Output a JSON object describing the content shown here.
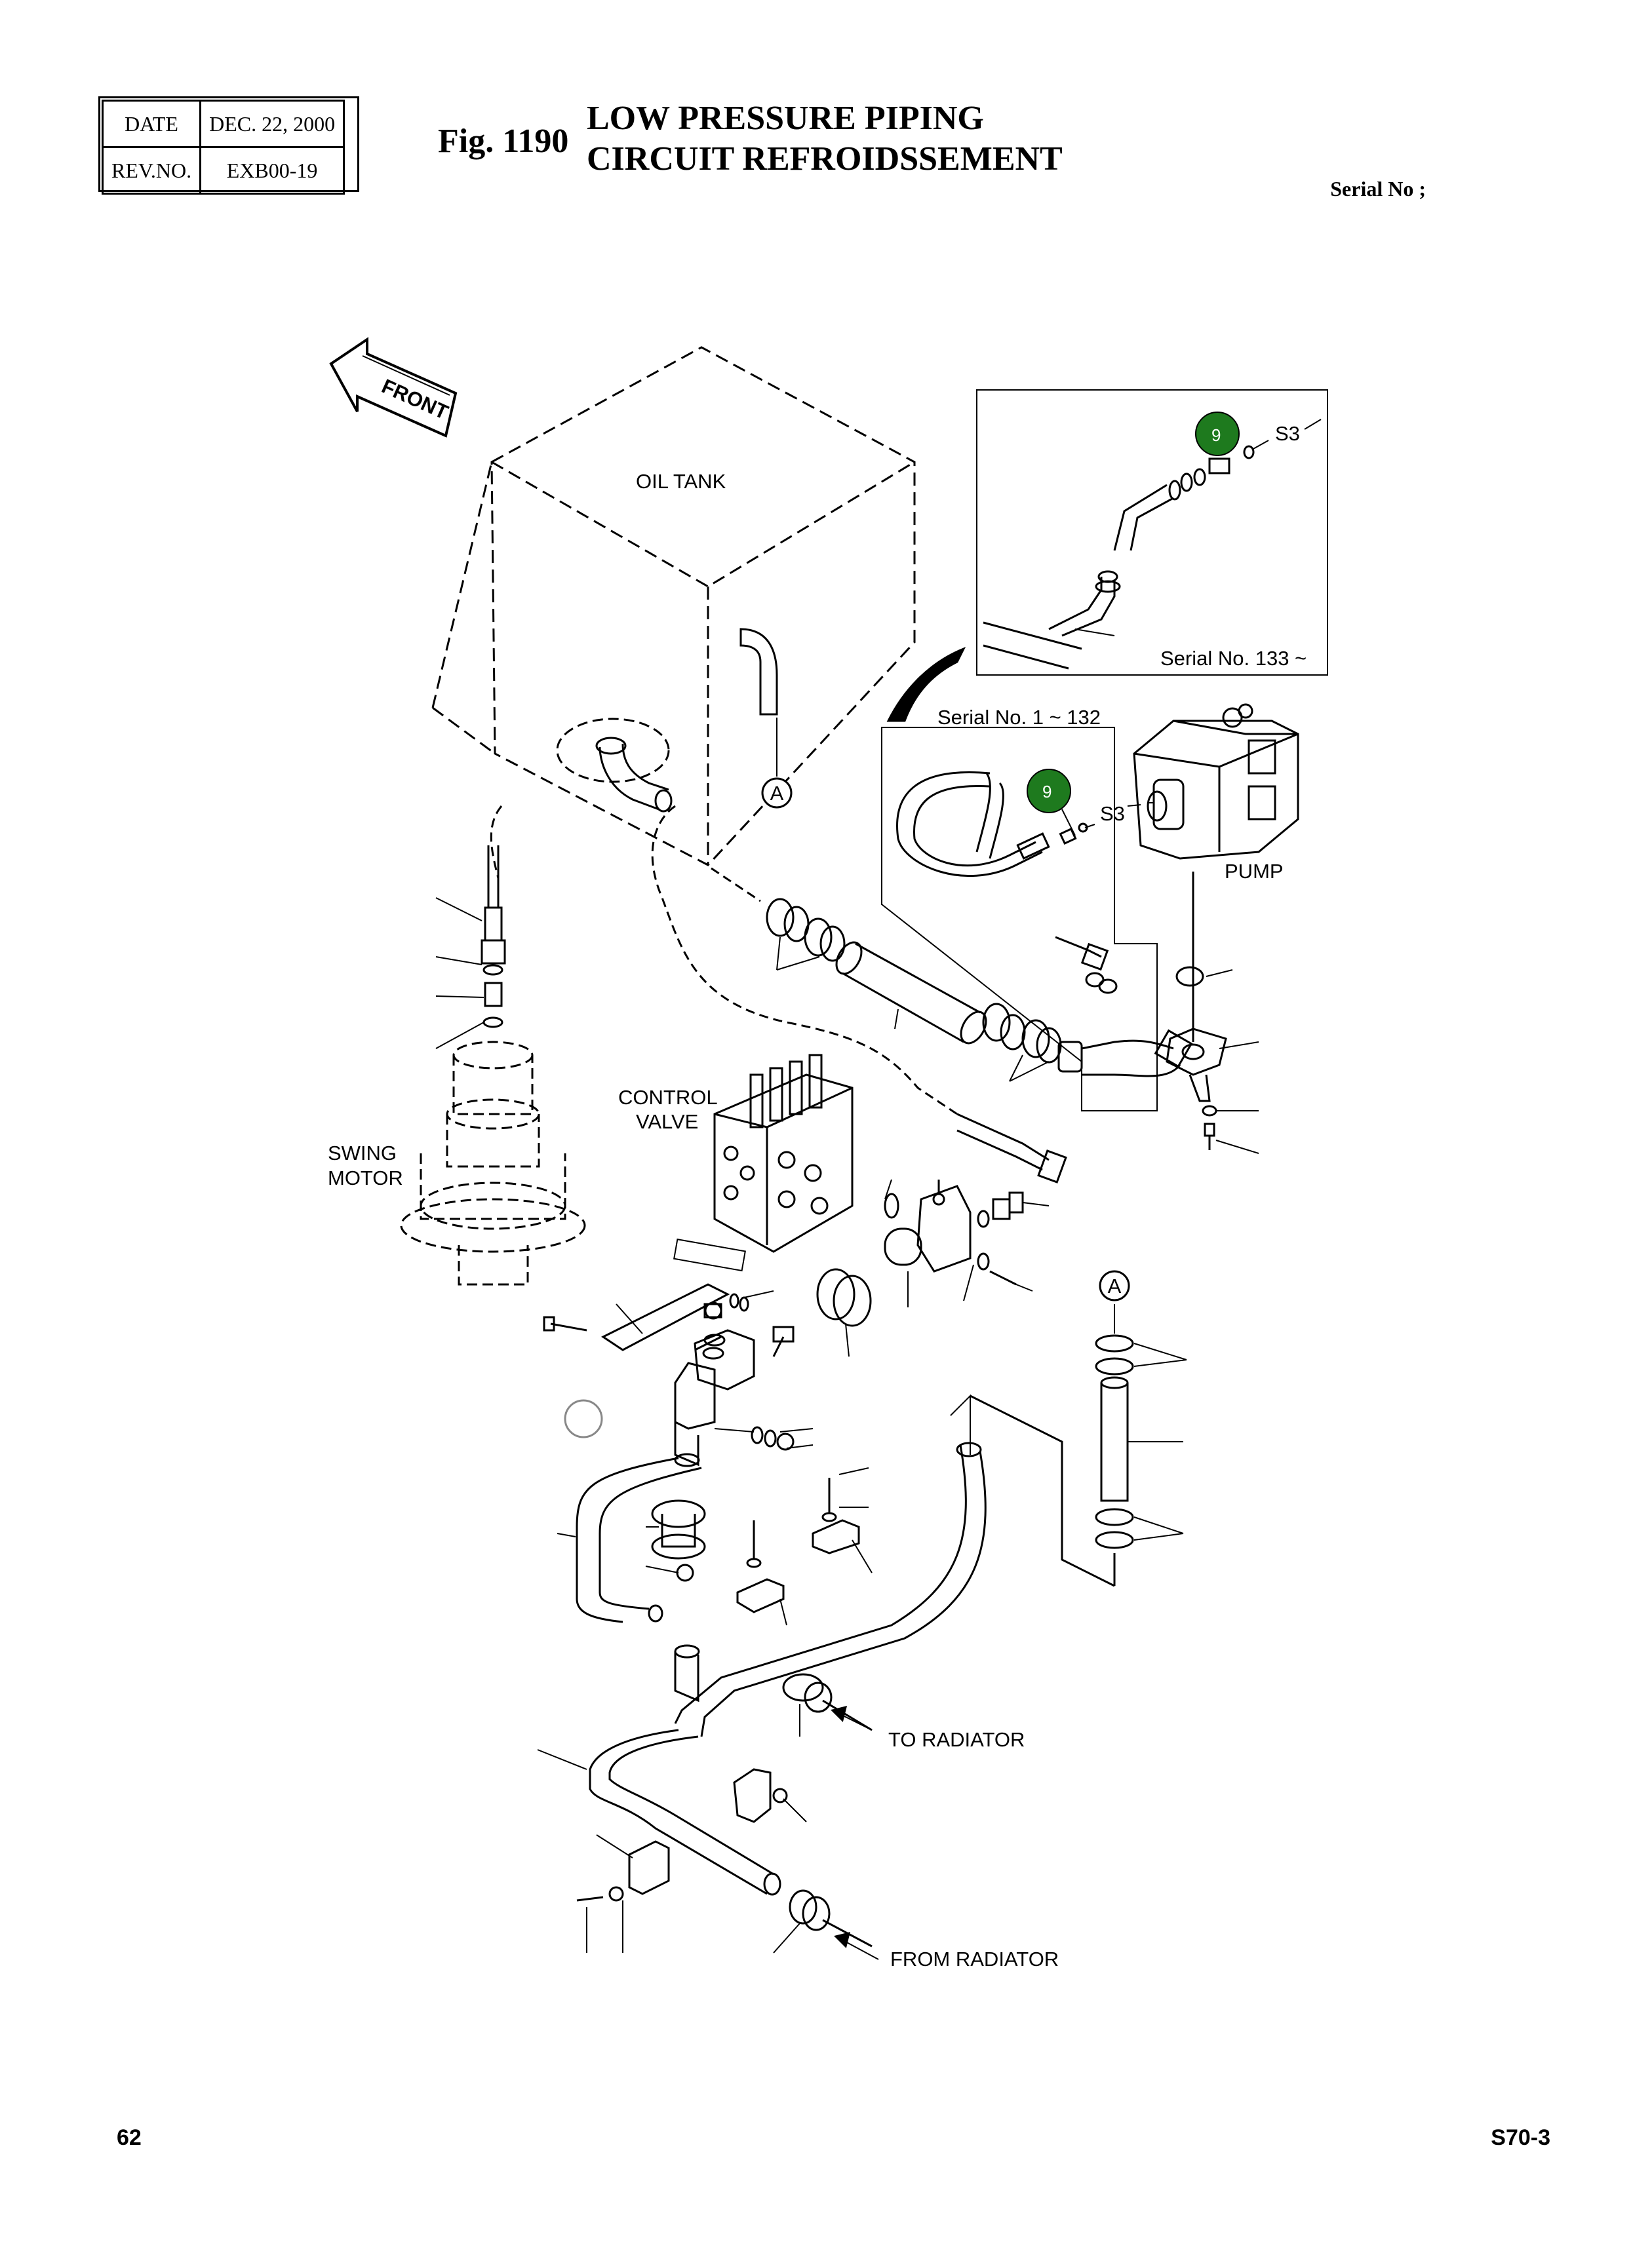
{
  "header": {
    "date_label": "DATE",
    "date_value": "DEC. 22, 2000",
    "rev_label": "REV.NO.",
    "rev_value": "EXB00-19"
  },
  "figure": {
    "number": "Fig. 1190",
    "title_line1": "LOW PRESSURE PIPING",
    "title_line2": "CIRCUIT REFROIDSSEMENT",
    "serial_label": "Serial No ;"
  },
  "labels": {
    "front": "FRONT",
    "oil_tank": "OIL TANK",
    "pump": "PUMP",
    "control_valve_1": "CONTROL",
    "control_valve_2": "VALVE",
    "swing_motor_1": "SWING",
    "swing_motor_2": "MOTOR",
    "to_radiator": "TO RADIATOR",
    "from_radiator": "FROM RADIATOR",
    "serial_range_1": "Serial No. 1 ~ 132",
    "serial_range_2": "Serial No. 133 ~",
    "ref_a": "A",
    "ref_a_2": "A",
    "s3_upper": "S3",
    "s3_lower": "S3",
    "callout_upper": "9",
    "callout_lower": "9"
  },
  "colors": {
    "callout_fill": "#1e7a1e",
    "callout_text": "#ffffff"
  },
  "footer": {
    "page": "62",
    "model": "S70-3"
  }
}
